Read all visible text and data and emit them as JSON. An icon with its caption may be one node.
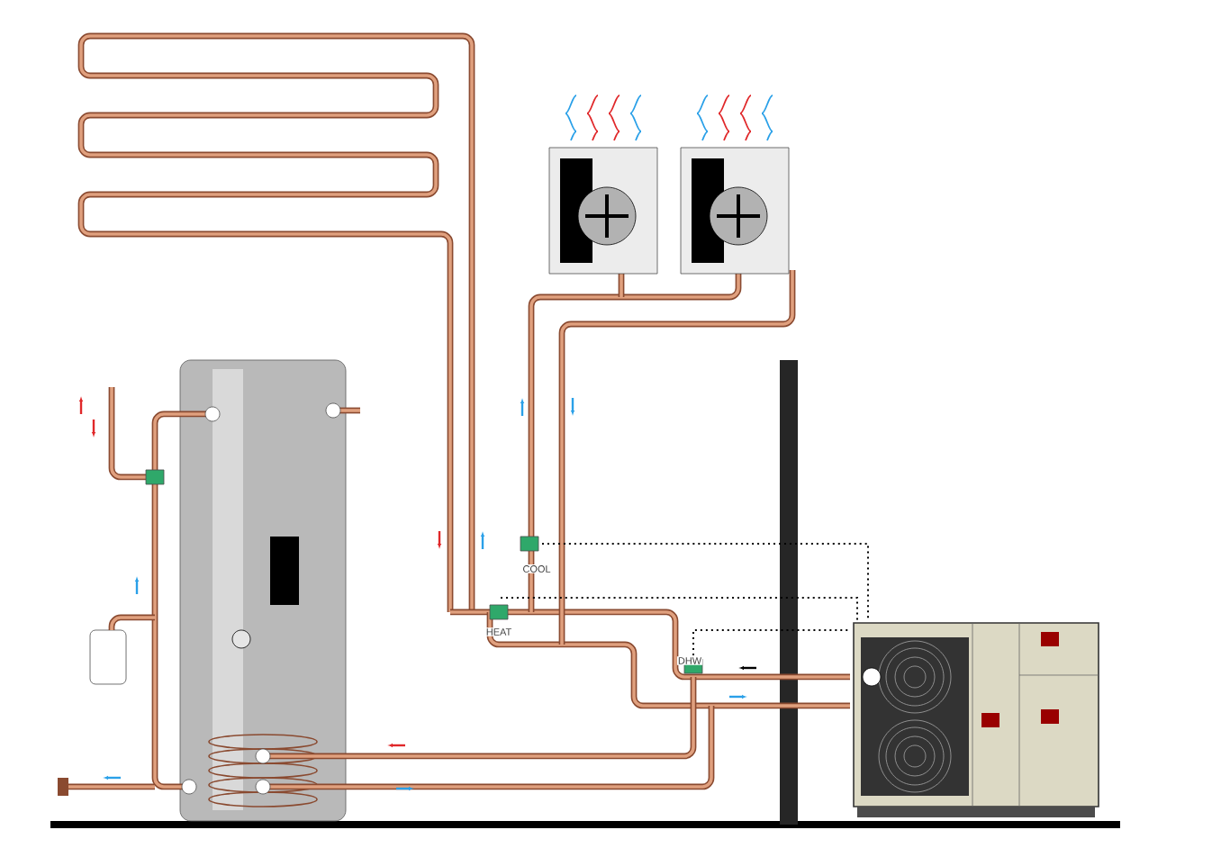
{
  "diagram": {
    "labels": [
      "COOL",
      "HEAT",
      "DHW"
    ]
  }
}
